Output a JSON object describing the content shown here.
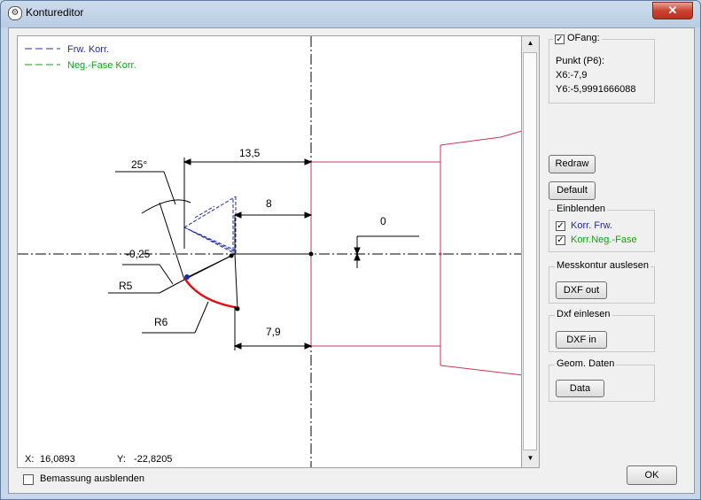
{
  "window": {
    "title": "Kontureditor",
    "close_glyph": "✕"
  },
  "canvas": {
    "legend": {
      "fwd_label": "Frw. Korr.",
      "neg_label": "Neg.-Fase Korr."
    },
    "dims": {
      "d_13_5": "13,5",
      "d_8": "8",
      "d_7_9": "7,9",
      "d_0": "0",
      "angle": "25°",
      "offset": "-0,25",
      "r5": "R5",
      "r6": "R6"
    },
    "status": {
      "x_label": "X:",
      "x_value": "16,0893",
      "y_label": "Y:",
      "y_value": "-22,8205"
    },
    "colors": {
      "contour": "#cc3355",
      "fwd": "#1f2ca8",
      "neg": "#15a015",
      "highlight": "#dd1010"
    }
  },
  "sidebar": {
    "ofang": {
      "label": "OFang:",
      "checked": true,
      "point": "Punkt (P6):",
      "x": "X6:-7,9",
      "y": "Y6:-5,9991666088"
    },
    "redraw_label": "Redraw",
    "default_label": "Default",
    "einblenden": {
      "legend": "Einblenden",
      "frw_label": "Korr. Frw.",
      "neg_label": "Korr.Neg.-Fase"
    },
    "messkontur": {
      "legend": "Messkontur auslesen",
      "button": "DXF out"
    },
    "dxf_in": {
      "legend": "Dxf einlesen",
      "button": "DXF in"
    },
    "geom": {
      "legend": "Geom. Daten",
      "button": "Data"
    }
  },
  "footer": {
    "checkbox_label": "Bemassung ausblenden",
    "ok_label": "OK"
  }
}
